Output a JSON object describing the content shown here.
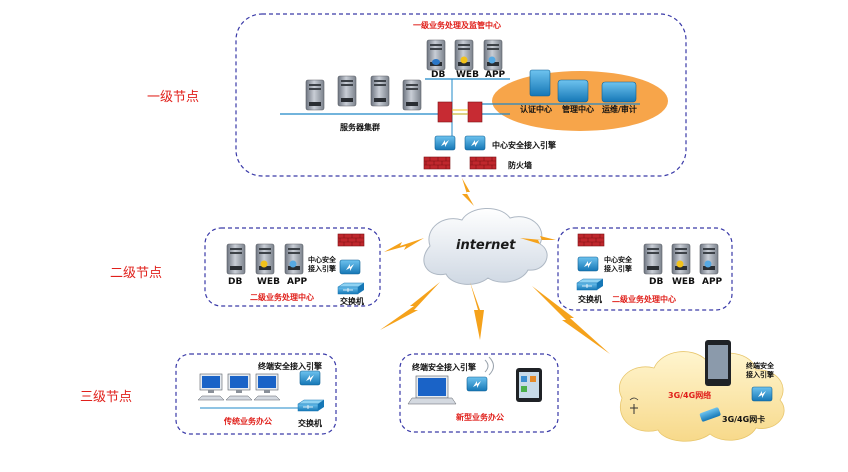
{
  "tiers": {
    "level1": "一级节点",
    "level2": "二级节点",
    "level3": "三级节点"
  },
  "top": {
    "title": "一级业务处理及监管中心",
    "servers": [
      "DB",
      "WEB",
      "APP"
    ],
    "cluster_label": "服务器集群",
    "mgmt": [
      "认证中心",
      "管理中心",
      "运维/审计"
    ],
    "engine_label": "中心安全接入引擎",
    "firewall_label": "防火墙"
  },
  "internet": "internet",
  "mid_left": {
    "servers": [
      "DB",
      "WEB",
      "APP"
    ],
    "engine_label": "中心安全\n接入引擎",
    "title": "二级业务处理中心",
    "switch_label": "交换机"
  },
  "mid_right": {
    "servers": [
      "DB",
      "WEB",
      "APP"
    ],
    "engine_label": "中心安全\n接入引擎",
    "title": "二级业务处理中心",
    "switch_label": "交换机"
  },
  "bot_left": {
    "engine_label": "终端安全接入引擎",
    "title": "传统业务办公",
    "switch_label": "交换机"
  },
  "bot_mid": {
    "engine_label": "终端安全接入引擎",
    "title": "新型业务办公"
  },
  "bot_right": {
    "network_label": "3G/4G网络",
    "engine_label": "终端安全\n接入引擎",
    "card_label": "3G/4G网卡"
  },
  "colors": {
    "frame": "#3a3aa8",
    "accent_red": "#e0201b",
    "lightning": "#f5a21b",
    "orange_ellipse": "#f7a54a",
    "device_blue": "#1f88c8"
  }
}
